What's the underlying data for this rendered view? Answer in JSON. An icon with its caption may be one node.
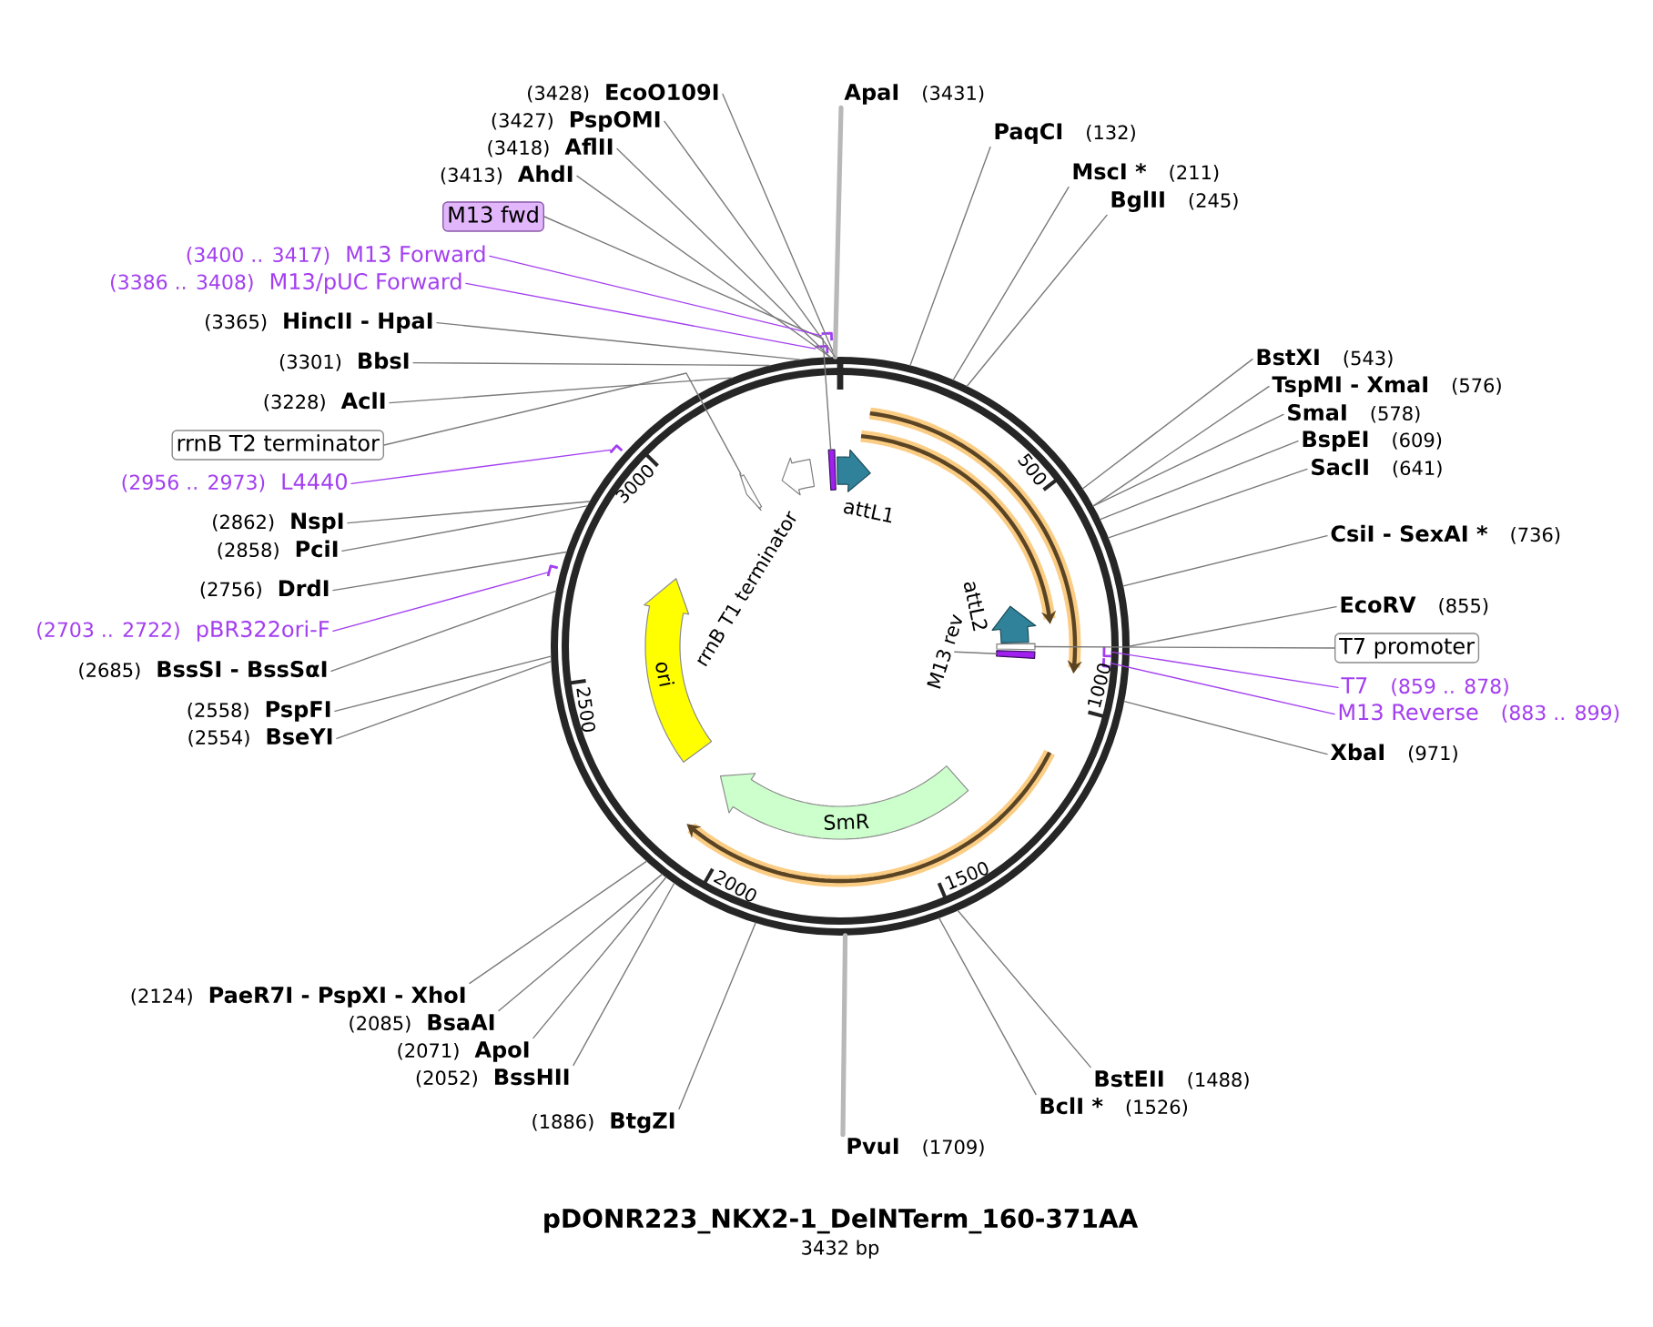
{
  "diagram": {
    "title": "pDONR223_NKX2-1_DelNTerm_160-371AA",
    "caption": "3432 bp",
    "nodes": [
      {
        "text": [],
        "shape": "circle"
      },
      {
        "text": [
          "(3428)",
          "EcoO109I"
        ]
      },
      {
        "text": [
          "ApaI",
          "(3431)"
        ]
      },
      {
        "text": [
          "(3427)",
          "PspOMI"
        ]
      },
      {
        "text": [
          "PaqCI",
          "(132)"
        ]
      },
      {
        "text": [
          "(3418)",
          "AflII"
        ]
      },
      {
        "text": [
          "(3413)",
          "AhdI"
        ]
      },
      {
        "text": [
          "MscI *",
          "(211)"
        ]
      },
      {
        "text": [
          "BglII",
          "(245)"
        ]
      },
      {
        "text": [
          "M13 fwd"
        ]
      },
      {
        "text": [
          "(3400 .. 3417)",
          "M13 Forward"
        ]
      },
      {
        "text": [
          "(3386 .. 3408)",
          "M13/pUC Forward"
        ]
      },
      {
        "text": [
          "(3365)",
          "HincII - HpaI"
        ]
      },
      {
        "text": [],
        "shape": "bar"
      },
      {
        "text": [],
        "shape": "bar"
      },
      {
        "text": [
          "(3301)",
          "BbsI"
        ]
      },
      {
        "text": [
          "BstXI",
          "(543)"
        ]
      },
      {
        "text": [
          "TspMI - XmaI",
          "(576)"
        ]
      },
      {
        "text": [
          "(3228)",
          "AclI"
        ]
      },
      {
        "text": [
          "SmaI",
          "(578)"
        ]
      },
      {
        "text": [
          "rrnB T2 terminator"
        ]
      },
      {
        "text": [
          "BspEI",
          "(609)"
        ]
      },
      {
        "text": [],
        "shape": "bar"
      },
      {
        "text": [],
        "shape": "bar",
        "in": 0
      },
      {
        "text": [
          "attL1"
        ],
        "in": 0
      },
      {
        "text": [
          "rrnB T1 terminator"
        ],
        "in": 0
      },
      {
        "text": [
          "SacII",
          "(641)"
        ]
      },
      {
        "text": [],
        "shape": "arrow",
        "in": 0
      },
      {
        "text": [
          "(2956 .. 2973)",
          "L4440"
        ]
      },
      {
        "text": [
          "(2862)",
          "NspI"
        ]
      },
      {
        "text": [
          "CsiI - SexAI *",
          "(736)"
        ]
      },
      {
        "text": [
          "(2858)",
          "PciI"
        ]
      },
      {
        "text": [],
        "shape": "bar"
      },
      {
        "text": [
          "ori"
        ],
        "in": 0
      },
      {
        "text": [
          "(2756)",
          "DrdI"
        ]
      },
      {
        "text": [
          "EcoRV",
          "(855)"
        ]
      },
      {
        "text": [
          "attL2"
        ],
        "in": 0
      },
      {
        "text": [
          "M13 rev"
        ],
        "in": 0
      },
      {
        "text": [
          "(2703 .. 2722)",
          "pBR322ori-F"
        ]
      },
      {
        "text": [
          "T7 promoter"
        ]
      },
      {
        "text": [],
        "shape": "arrow",
        "in": 0
      },
      {
        "text": [],
        "shape": "bar",
        "in": 0
      },
      {
        "text": [],
        "shape": "bar",
        "in": 0
      },
      {
        "text": [],
        "shape": "bar",
        "in": 0
      },
      {
        "text": [
          "(2685)",
          "BssSI - BssSαI"
        ]
      },
      {
        "text": [
          "T7",
          "(859 .. 878)"
        ]
      },
      {
        "text": [
          "(2558)",
          "PspFI"
        ]
      },
      {
        "text": [
          "M13 Reverse",
          "(883 .. 899)"
        ]
      },
      {
        "text": [
          "(2554)",
          "BseYI"
        ]
      },
      {
        "text": [
          "XbaI",
          "(971)"
        ]
      },
      {
        "text": [
          "SmR"
        ],
        "in": 0
      },
      {
        "text": [
          "(2124)",
          "PaeR7I - PspXI - XhoI"
        ]
      },
      {
        "text": [
          "(2085)",
          "BsaAI"
        ]
      },
      {
        "text": [
          "(2071)",
          "ApoI"
        ]
      },
      {
        "text": [
          "(2052)",
          "BssHII"
        ]
      },
      {
        "text": [
          "BstEII",
          "(1488)"
        ]
      },
      {
        "text": [
          "BclI *",
          "(1526)"
        ]
      },
      {
        "text": [
          "(1886)",
          "BtgZI"
        ]
      },
      {
        "text": [
          "PvuI",
          "(1709)"
        ]
      }
    ],
    "edges": [
      {
        "from": 1,
        "to": 0,
        "arrow": "none"
      },
      {
        "from": 2,
        "to": 0,
        "arrow": "none",
        "style": "thick",
        "color": "#b8b8b8"
      },
      {
        "from": 3,
        "to": 0,
        "arrow": "none"
      },
      {
        "from": 4,
        "to": 0,
        "arrow": "none"
      },
      {
        "from": 5,
        "to": 0,
        "arrow": "none"
      },
      {
        "from": 6,
        "to": 0,
        "arrow": "none"
      },
      {
        "from": 7,
        "to": 0,
        "arrow": "none"
      },
      {
        "from": 8,
        "to": 0,
        "arrow": "none"
      },
      {
        "from": 9,
        "to": 23,
        "arrow": "none"
      },
      {
        "from": 10,
        "to": 13,
        "arrow": "none",
        "color": "#a33ff0"
      },
      {
        "from": 11,
        "to": 14,
        "arrow": "none",
        "color": "#a33ff0"
      },
      {
        "from": 12,
        "to": 0,
        "arrow": "none"
      },
      {
        "from": 15,
        "to": 0,
        "arrow": "none"
      },
      {
        "from": 16,
        "to": 0,
        "arrow": "none"
      },
      {
        "from": 17,
        "to": 0,
        "arrow": "none"
      },
      {
        "from": 18,
        "to": 0,
        "arrow": "none"
      },
      {
        "from": 19,
        "to": 0,
        "arrow": "none"
      },
      {
        "from": 20,
        "to": 27,
        "arrow": "none"
      },
      {
        "from": 21,
        "to": 0,
        "arrow": "none"
      },
      {
        "from": 26,
        "to": 0,
        "arrow": "none"
      },
      {
        "from": 28,
        "to": 22,
        "arrow": "none",
        "color": "#a33ff0"
      },
      {
        "from": 29,
        "to": 0,
        "arrow": "none"
      },
      {
        "from": 30,
        "to": 0,
        "arrow": "none"
      },
      {
        "from": 31,
        "to": 0,
        "arrow": "none"
      },
      {
        "from": 34,
        "to": 0,
        "arrow": "none"
      },
      {
        "from": 35,
        "to": 0,
        "arrow": "none"
      },
      {
        "from": 37,
        "to": 42,
        "arrow": "none"
      },
      {
        "from": 38,
        "to": 32,
        "arrow": "none",
        "color": "#a33ff0"
      },
      {
        "from": 39,
        "to": 40,
        "arrow": "none"
      },
      {
        "from": 44,
        "to": 0,
        "arrow": "none"
      },
      {
        "from": 45,
        "to": 41,
        "arrow": "none",
        "color": "#a33ff0"
      },
      {
        "from": 46,
        "to": 0,
        "arrow": "none"
      },
      {
        "from": 47,
        "to": 43,
        "arrow": "none",
        "color": "#a33ff0"
      },
      {
        "from": 48,
        "to": 0,
        "arrow": "none"
      },
      {
        "from": 49,
        "to": 0,
        "arrow": "none"
      },
      {
        "from": 51,
        "to": 0,
        "arrow": "none"
      },
      {
        "from": 52,
        "to": 0,
        "arrow": "none"
      },
      {
        "from": 53,
        "to": 0,
        "arrow": "none"
      },
      {
        "from": 54,
        "to": 0,
        "arrow": "none"
      },
      {
        "from": 55,
        "to": 0,
        "arrow": "none"
      },
      {
        "from": 56,
        "to": 0,
        "arrow": "none"
      },
      {
        "from": 57,
        "to": 0,
        "arrow": "none"
      },
      {
        "from": 58,
        "to": 0,
        "arrow": "none",
        "style": "thick",
        "color": "#b8b8b8"
      }
    ],
    "labels": [
      "500",
      "1000",
      "1500",
      "2000",
      "2500",
      "3000"
    ]
  }
}
